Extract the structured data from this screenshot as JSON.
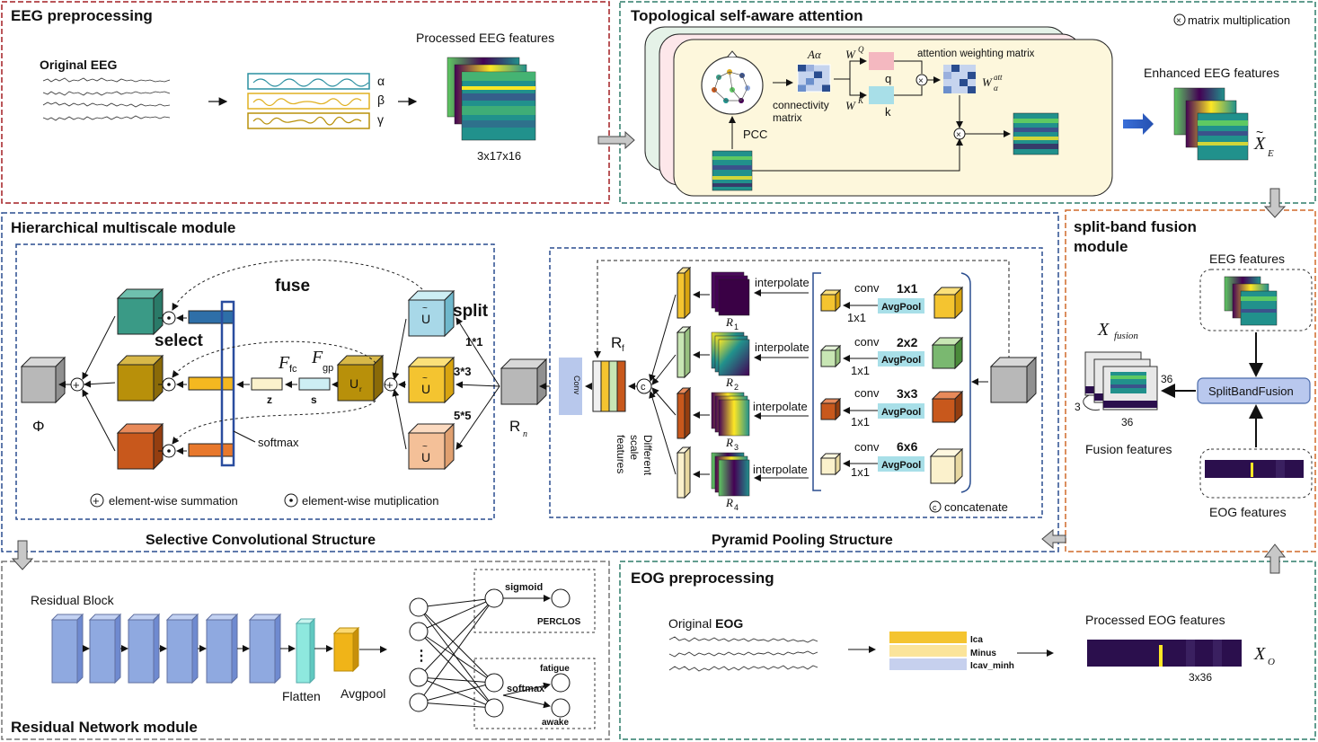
{
  "eeg_pre": {
    "title": "EEG preprocessing",
    "original": "Original EEG",
    "bands": [
      "α",
      "β",
      "γ"
    ],
    "processed": "Processed EEG features",
    "dims": "3x17x16"
  },
  "topo": {
    "title": "Topological self-aware attention",
    "matmul_legend": "matrix multiplication",
    "pcc": "PCC",
    "conn1": "connectivity",
    "conn2": "matrix",
    "a_alpha": "Aα",
    "wq": "W",
    "wq_sup": "Q",
    "wk": "W",
    "wk_sup": "K",
    "q": "q",
    "k": "k",
    "attn": "attention weighting matrix",
    "watt": "W",
    "watt_sup": "att",
    "watt_sub": "α",
    "enhanced": "Enhanced EEG features",
    "xe": "X",
    "xe_sub": "E"
  },
  "hier": {
    "title": "Hierarchical multiscale module",
    "fuse": "fuse",
    "split": "split",
    "select": "select",
    "ffc": "F",
    "ffc_sub": "fc",
    "fgp": "F",
    "fgp_sub": "gp",
    "z": "z",
    "s": "s",
    "ur": "U",
    "ur_sub": "r",
    "u": "U",
    "k1": "1*1",
    "k3": "3*3",
    "k5": "5*5",
    "softmax": "softmax",
    "phi": "Φ",
    "rn": "R",
    "rn_sub": "n",
    "legend_sum": "element-wise summation",
    "legend_mul": "element-wise mutiplication",
    "scs": "Selective Convolutional  Structure",
    "pps": "Pyramid Pooling Structure",
    "conv_box": "Conv",
    "rf": "R",
    "rf_sub": "f",
    "c": "c",
    "diff1": "Different",
    "diff2": "scale",
    "diff3": "features",
    "interpolate": "interpolate",
    "r_labels": [
      "R",
      "R",
      "R",
      "R"
    ],
    "r_subs": [
      "1",
      "2",
      "3",
      "4"
    ],
    "conv": "conv",
    "sizes": [
      "1x1",
      "2x2",
      "3x3",
      "6x6"
    ],
    "one_by_one": "1x1",
    "avgpool": "AvgPool",
    "concatenate": "concatenate"
  },
  "split_band": {
    "title1": "split-band fusion",
    "title2": "module",
    "eeg_features": "EEG features",
    "xfusion": "X",
    "xfusion_sub": "fusion",
    "n36a": "36",
    "n3": "3",
    "n36b": "36",
    "fusion_btn": "SplitBandFusion",
    "fusion_features": "Fusion features",
    "eog_features": "EOG features"
  },
  "resnet": {
    "residual_block": "Residual Block",
    "flatten": "Flatten",
    "avgpool": "Avgpool",
    "title": "Residual Network module",
    "sigmoid": "sigmoid",
    "perclos": "PERCLOS",
    "fatigue": "fatigue",
    "softmax": "softmax",
    "awake": "awake",
    "dots": "⋮"
  },
  "eog_pre": {
    "title": "EOG preprocessing",
    "original_pre": "Original ",
    "original_b": "EOG",
    "layers": [
      "Ica",
      "Minus",
      "Icav_minh"
    ],
    "processed": "Processed EOG features",
    "xo": "X",
    "xo_sub": "O",
    "dims": "3x36"
  },
  "colors": {
    "red_border": "#a41e22",
    "green_border": "#2e7d6a",
    "blue_border": "#2a4d8f",
    "orange_border": "#d06a2a",
    "gray_border": "#777777",
    "teal_cube": "#3a9a86",
    "gold_cube": "#b8900a",
    "orange_cube": "#c8581c",
    "light_blue": "#a8d8e8",
    "res_blue": "#8fa9e0",
    "attn_bg": "#fdf7dc"
  }
}
